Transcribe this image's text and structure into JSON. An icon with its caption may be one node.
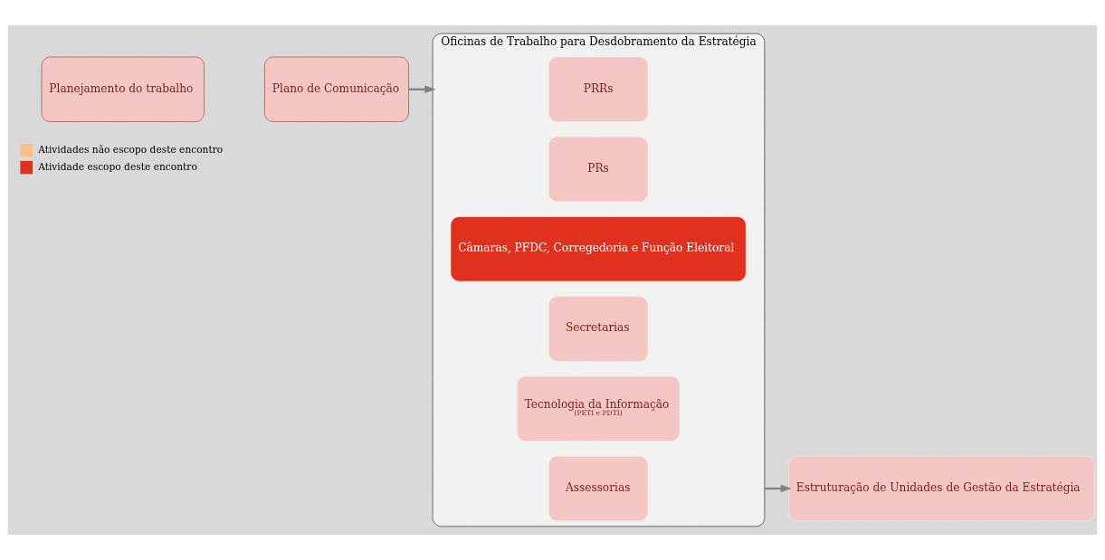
{
  "diagram": {
    "nodes": [
      {
        "text": [
          "Planejamento do trabalho"
        ]
      },
      {
        "text": [
          "Plano de Comunicação"
        ]
      },
      {
        "text": [
          "Oficinas de Trabalho para Desdobramento da Estratégia"
        ]
      },
      {
        "text": [
          "PRRs"
        ],
        "in": 2
      },
      {
        "text": [
          "PRs"
        ],
        "in": 2
      },
      {
        "text": [
          "Câmaras, PFDC, Corregedoria e Função Eleitoral"
        ],
        "in": 2
      },
      {
        "text": [
          "Secretarias"
        ],
        "in": 2
      },
      {
        "text": [
          "Tecnologia da Informação",
          "(PETI e PDTI)"
        ],
        "in": 2
      },
      {
        "text": [
          "Assessorias"
        ],
        "in": 2
      },
      {
        "text": [
          "Estruturação de Unidades de Gestão da Estratégia"
        ]
      }
    ],
    "edges": [
      {
        "from": 1,
        "to": 2,
        "arrow": "to"
      },
      {
        "from": 2,
        "to": 9,
        "arrow": "to"
      }
    ],
    "legend": [
      {
        "text": "Atividades não escopo deste encontro",
        "color": "#fbbf8a"
      },
      {
        "text": "Atividade escopo deste encontro",
        "color": "#e0301e"
      }
    ]
  }
}
